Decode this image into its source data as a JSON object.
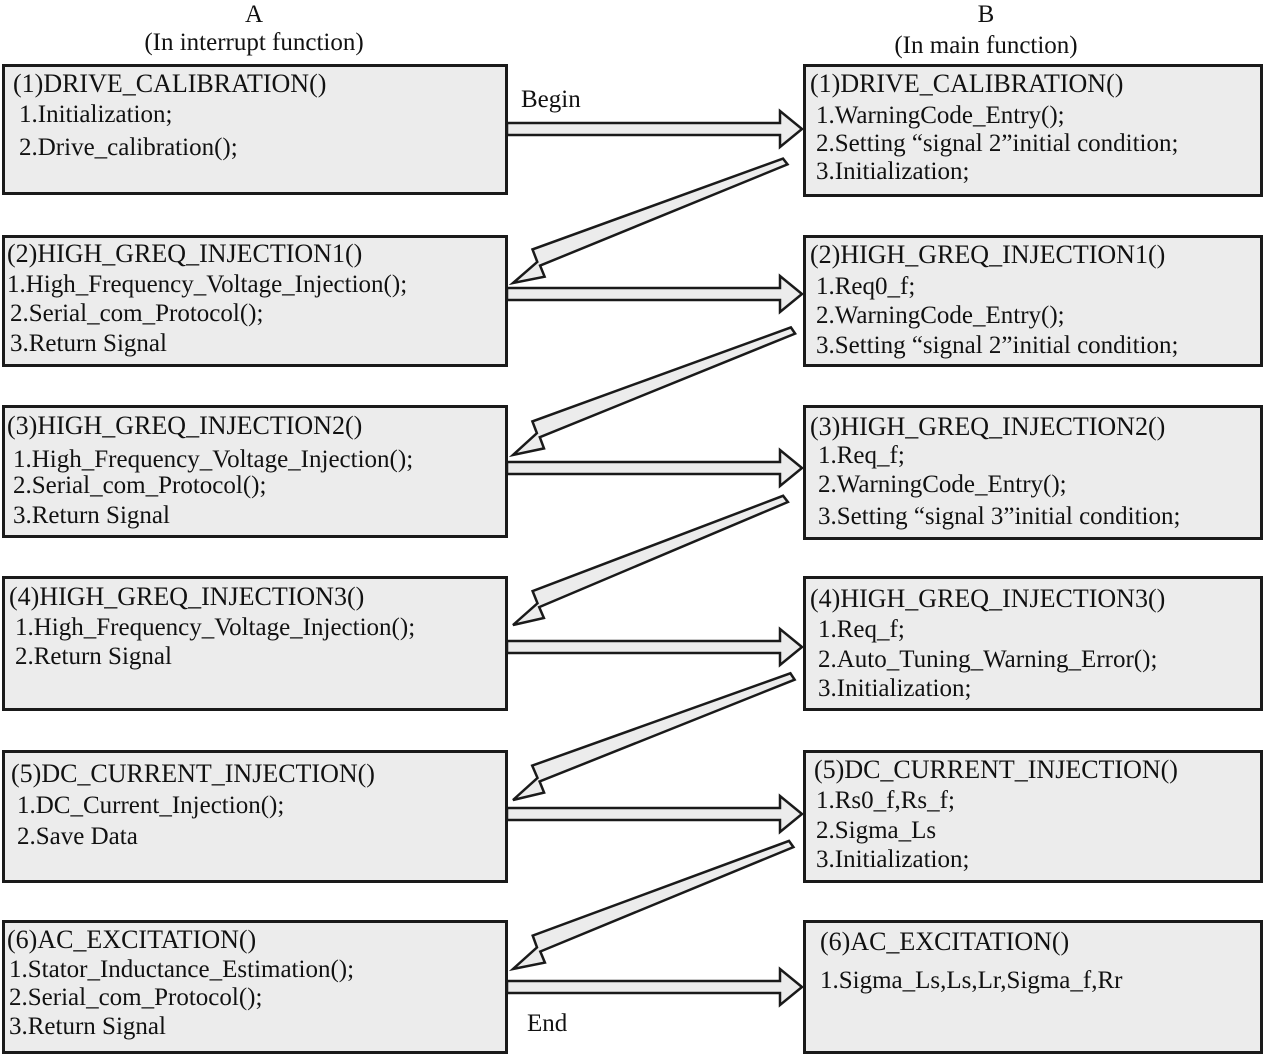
{
  "header": {
    "col_a_letter": "A",
    "col_a_subtitle": "(In interrupt function)",
    "col_b_letter": "B",
    "col_b_subtitle": "(In main function)"
  },
  "left_boxes": [
    {
      "title": "(1)DRIVE_CALIBRATION()",
      "lines": [
        "1.Initialization;",
        "2.Drive_calibration();"
      ]
    },
    {
      "title": "(2)HIGH_GREQ_INJECTION1()",
      "lines": [
        "1.High_Frequency_Voltage_Injection();",
        "2.Serial_com_Protocol();",
        "3.Return Signal"
      ]
    },
    {
      "title": "(3)HIGH_GREQ_INJECTION2()",
      "lines": [
        "1.High_Frequency_Voltage_Injection();",
        "2.Serial_com_Protocol();",
        "3.Return Signal"
      ]
    },
    {
      "title": "(4)HIGH_GREQ_INJECTION3()",
      "lines": [
        "1.High_Frequency_Voltage_Injection();",
        "2.Return Signal"
      ]
    },
    {
      "title": "(5)DC_CURRENT_INJECTION()",
      "lines": [
        "1.DC_Current_Injection();",
        "2.Save Data"
      ]
    },
    {
      "title": "(6)AC_EXCITATION()",
      "lines": [
        "1.Stator_Inductance_Estimation();",
        "2.Serial_com_Protocol();",
        "3.Return Signal"
      ]
    }
  ],
  "right_boxes": [
    {
      "title": "(1)DRIVE_CALIBRATION()",
      "lines": [
        "1.WarningCode_Entry();",
        "2.Setting “signal 2”initial condition;",
        "3.Initialization;"
      ]
    },
    {
      "title": "(2)HIGH_GREQ_INJECTION1()",
      "lines": [
        "1.Req0_f;",
        "2.WarningCode_Entry();",
        "3.Setting “signal 2”initial condition;"
      ]
    },
    {
      "title": "(3)HIGH_GREQ_INJECTION2()",
      "lines": [
        "1.Req_f;",
        "2.WarningCode_Entry();",
        "3.Setting “signal 3”initial condition;"
      ]
    },
    {
      "title": "(4)HIGH_GREQ_INJECTION3()",
      "lines": [
        "1.Req_f;",
        "2.Auto_Tuning_Warning_Error();",
        "3.Initialization;"
      ]
    },
    {
      "title": "(5)DC_CURRENT_INJECTION()",
      "lines": [
        "1.Rs0_f,Rs_f;",
        "2.Sigma_Ls",
        "3.Initialization;"
      ]
    },
    {
      "title": "(6)AC_EXCITATION()",
      "lines": [
        "1.Sigma_Ls,Ls,Lr,Sigma_f,Rr"
      ]
    }
  ],
  "labels": {
    "begin": "Begin",
    "end": "End"
  }
}
